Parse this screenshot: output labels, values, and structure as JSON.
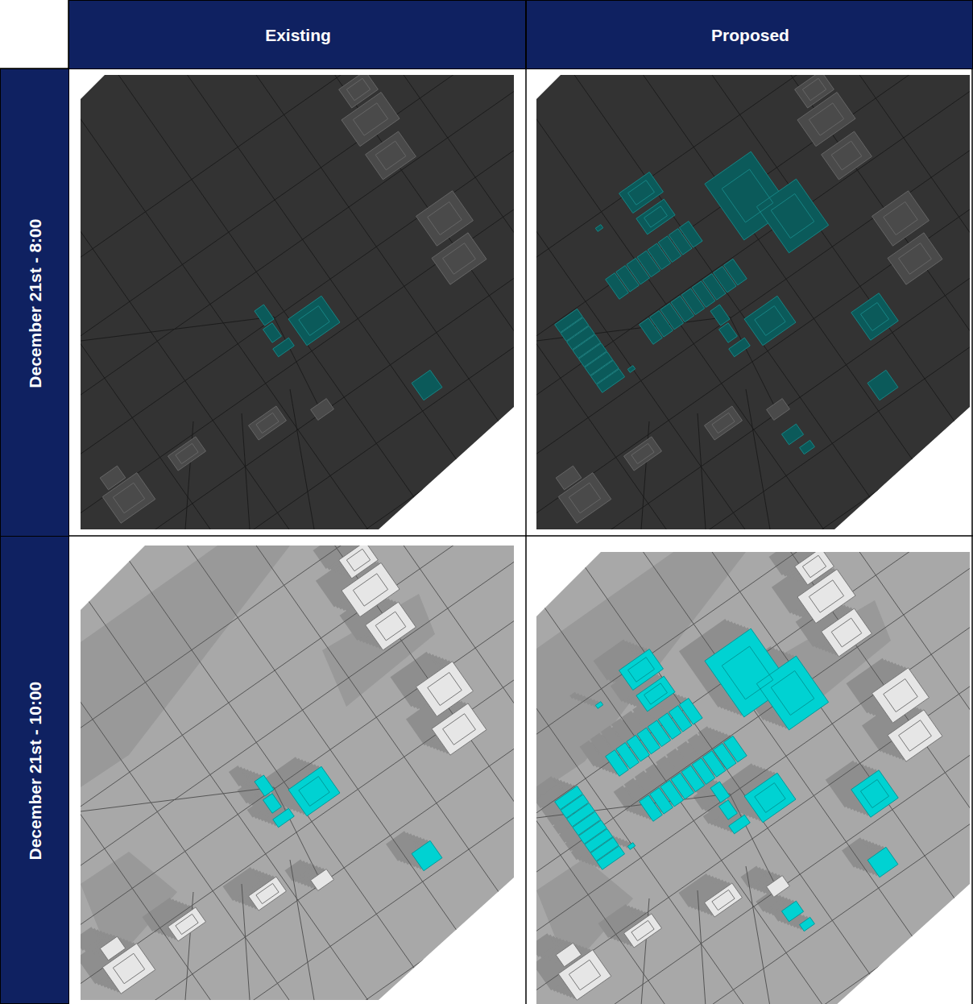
{
  "diagram": {
    "nodes": [
      {
        "text": [
          "Existing"
        ]
      },
      {
        "text": [
          "Proposed"
        ]
      },
      {
        "text": [
          "December 21st - 8:00"
        ]
      },
      {
        "text": [
          "December 21st - 10:00"
        ]
      }
    ]
  }
}
